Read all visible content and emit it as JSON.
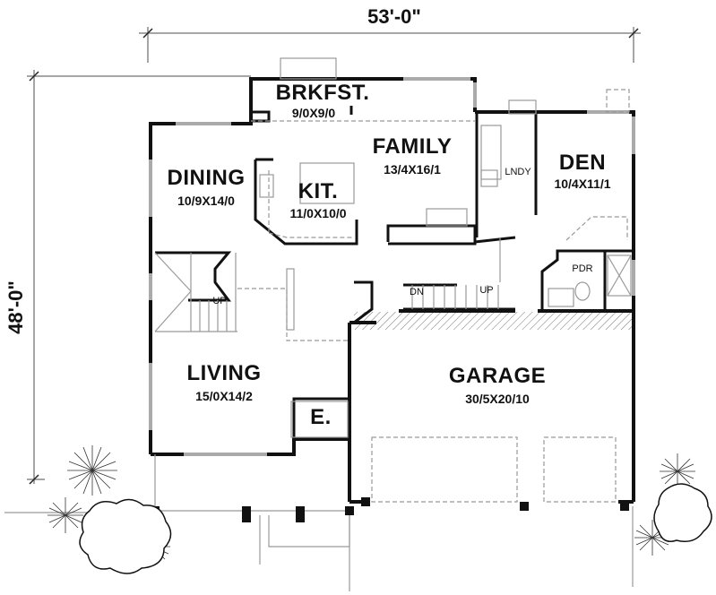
{
  "dimensions": {
    "width": "53'-0\"",
    "depth": "48'-0\""
  },
  "rooms": {
    "breakfast": {
      "name": "BRKFST.",
      "size": "9/0X9/0"
    },
    "family": {
      "name": "FAMILY",
      "size": "13/4X16/1"
    },
    "dining": {
      "name": "DINING",
      "size": "10/9X14/0"
    },
    "kitchen": {
      "name": "KIT.",
      "size": "11/0X10/0"
    },
    "den": {
      "name": "DEN",
      "size": "10/4X11/1"
    },
    "laundry": {
      "name": "LNDY"
    },
    "powder": {
      "name": "PDR"
    },
    "living": {
      "name": "LIVING",
      "size": "15/0X14/2"
    },
    "entry": {
      "name": "E."
    },
    "garage": {
      "name": "GARAGE",
      "size": "30/5X20/10"
    }
  },
  "stairs": {
    "main_up": "UP",
    "rear_down": "DN",
    "rear_up": "UP"
  },
  "colors": {
    "wall": "#111111",
    "line": "#999999",
    "window": "#bbbbbb",
    "hatch": "#777777"
  }
}
